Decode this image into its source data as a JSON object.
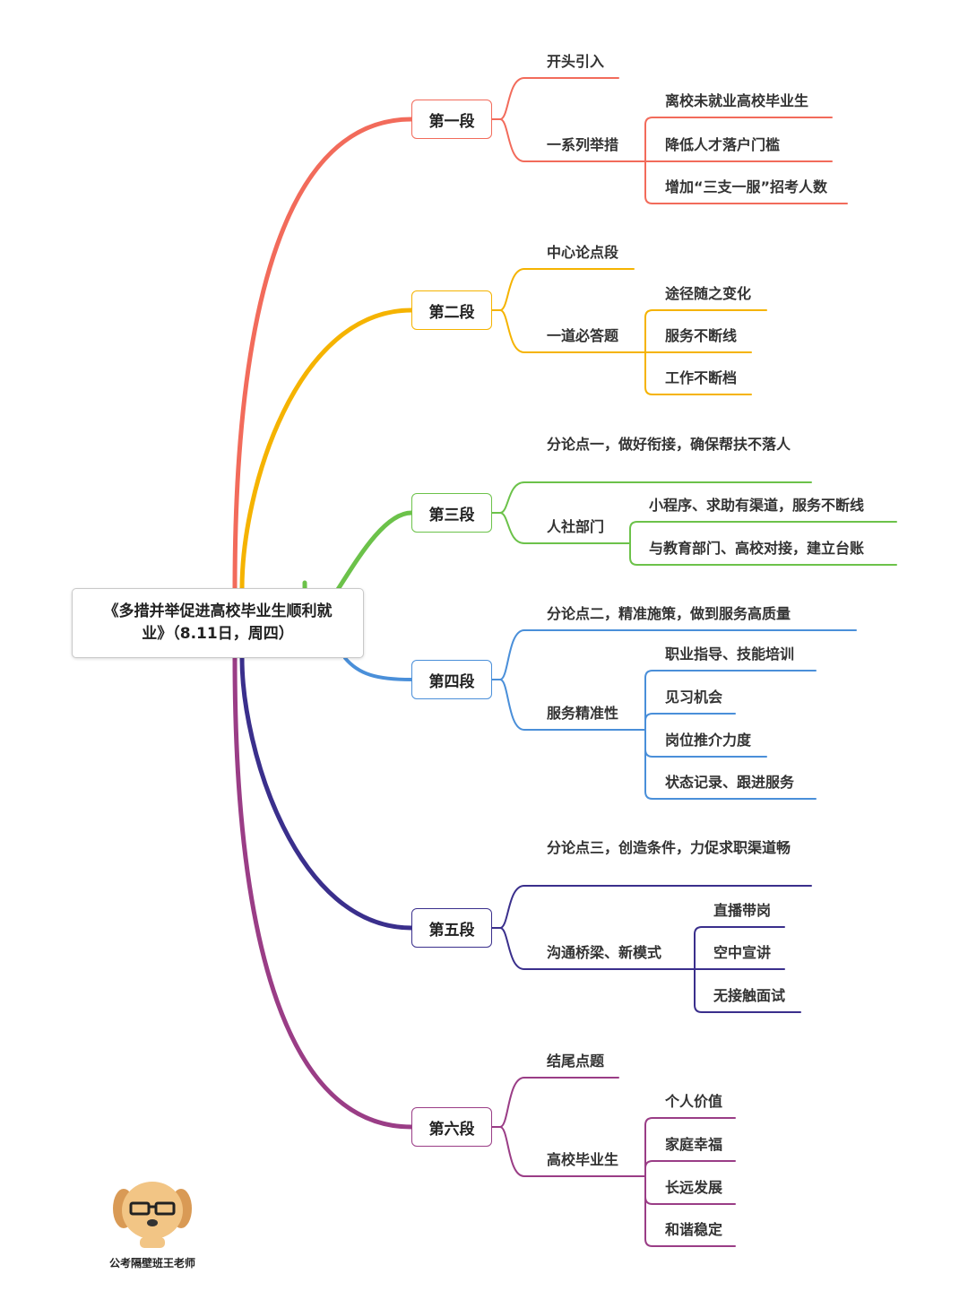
{
  "root": {
    "title": "《多措并举促进高校毕业生顺利就业》（8.11日，周四）"
  },
  "colors": [
    "#f26b5b",
    "#f5b300",
    "#6cc24a",
    "#4a8fd9",
    "#3a2f8c",
    "#9a3d86"
  ],
  "sections": [
    {
      "label": "第一段",
      "children": [
        {
          "label": "开头引入",
          "items": []
        },
        {
          "label": "一系列举措",
          "items": [
            "离校未就业高校毕业生",
            "降低人才落户门槛",
            "增加“三支一服”招考人数"
          ]
        }
      ]
    },
    {
      "label": "第二段",
      "children": [
        {
          "label": "中心论点段",
          "items": []
        },
        {
          "label": "一道必答题",
          "items": [
            "途径随之变化",
            "服务不断线",
            "工作不断档"
          ]
        }
      ]
    },
    {
      "label": "第三段",
      "children": [
        {
          "label": "分论点一，做好衔接，确保帮扶不落人",
          "items": []
        },
        {
          "label": "人社部门",
          "items": [
            "小程序、求助有渠道，服务不断线",
            "与教育部门、高校对接，建立台账"
          ]
        }
      ]
    },
    {
      "label": "第四段",
      "children": [
        {
          "label": "分论点二，精准施策，做到服务高质量",
          "items": []
        },
        {
          "label": "服务精准性",
          "items": [
            "职业指导、技能培训",
            "见习机会",
            "岗位推介力度",
            "状态记录、跟进服务"
          ]
        }
      ]
    },
    {
      "label": "第五段",
      "children": [
        {
          "label": "分论点三，创造条件，力促求职渠道畅",
          "items": []
        },
        {
          "label": "沟通桥梁、新模式",
          "items": [
            "直播带岗",
            "空中宣讲",
            "无接触面试"
          ]
        }
      ]
    },
    {
      "label": "第六段",
      "children": [
        {
          "label": "结尾点题",
          "items": []
        },
        {
          "label": "高校毕业生",
          "items": [
            "个人价值",
            "家庭幸福",
            "长远发展",
            "和谐稳定"
          ]
        }
      ]
    }
  ],
  "watermark": {
    "text": "公考隔壁班王老师"
  }
}
